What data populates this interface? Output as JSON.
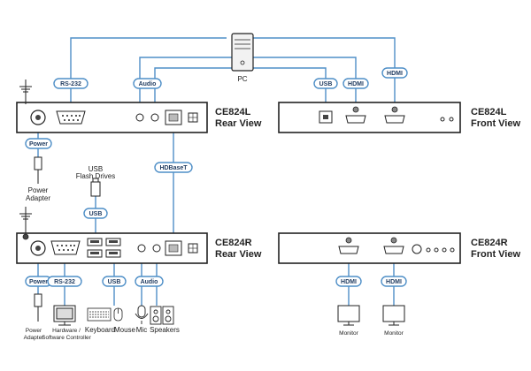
{
  "devices": {
    "pc_label": "PC",
    "ce824l_rear": [
      "CE824L",
      "Rear View"
    ],
    "ce824l_front": [
      "CE824L",
      "Front View"
    ],
    "ce824r_rear": [
      "CE824R",
      "Rear View"
    ],
    "ce824r_front": [
      "CE824R",
      "Front View"
    ]
  },
  "tags": {
    "rs232_top": "RS-232",
    "audio_top": "Audio",
    "usb_top": "USB",
    "hdmi_top1": "HDMI",
    "hdmi_top2": "HDMI",
    "power_top": "Power",
    "usb_mid": "USB",
    "hdbaset": "HDBaseT",
    "power_bottom": "Power",
    "rs232_bottom": "RS-232",
    "usb_bottom": "USB",
    "audio_bottom": "Audio",
    "hdmi_bottom1": "HDMI",
    "hdmi_bottom2": "HDMI"
  },
  "labels": {
    "power_adapter_top": [
      "Power",
      "Adapter"
    ],
    "usb_flash": [
      "USB",
      "Flash Drives"
    ],
    "power_adapter_bottom": [
      "Power",
      "Adapter"
    ],
    "hardware_controller": [
      "Hardware /",
      "Software Controller"
    ],
    "keyboard": "Keyboard",
    "mouse": "Mouse",
    "mic": "Mic",
    "speakers": "Speakers",
    "monitor1": "Monitor",
    "monitor2": "Monitor"
  },
  "colors": {
    "connector": "#4f8fc7",
    "device_outline": "#222222"
  }
}
